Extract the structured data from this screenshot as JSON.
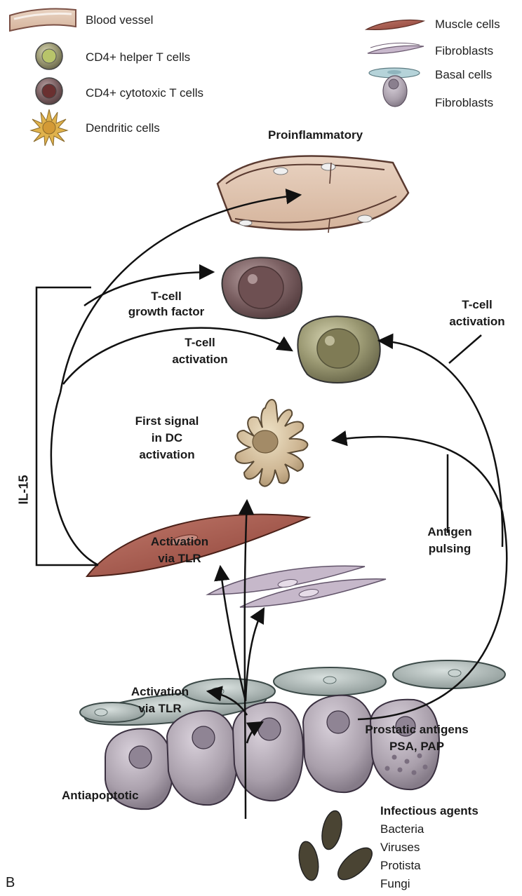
{
  "legend_left": [
    {
      "icon": "blood-vessel-icon",
      "label": "Blood vessel"
    },
    {
      "icon": "helper-t-cell-icon",
      "label": "CD4+ helper T cells"
    },
    {
      "icon": "cytotoxic-t-cell-icon",
      "label": "CD4+ cytotoxic T cells"
    },
    {
      "icon": "dendritic-cell-icon",
      "label": "Dendritic cells"
    }
  ],
  "legend_right": [
    {
      "icon": "muscle-cell-icon",
      "label": "Muscle cells"
    },
    {
      "icon": "fibroblast-icon",
      "label": "Fibroblasts"
    },
    {
      "icon": "basal-cell-icon",
      "label": "Basal cells"
    },
    {
      "icon": "epithelial-cell-icon",
      "label": "Fibroblasts"
    }
  ],
  "labels": {
    "proinflammatory": "Proinflammatory",
    "tcell_growth_1": "T-cell",
    "tcell_growth_2": "growth factor",
    "tcell_activation_center_1": "T-cell",
    "tcell_activation_center_2": "activation",
    "tcell_activation_right_1": "T-cell",
    "tcell_activation_right_2": "activation",
    "first_signal_1": "First signal",
    "first_signal_2": "in DC",
    "first_signal_3": "activation",
    "il15": "IL-15",
    "activation_tlr_muscle_1": "Activation",
    "activation_tlr_muscle_2": "via TLR",
    "antigen_pulsing_1": "Antigen",
    "antigen_pulsing_2": "pulsing",
    "activation_tlr_basal_1": "Activation",
    "activation_tlr_basal_2": "via TLR",
    "prostatic_antigens_1": "Prostatic antigens",
    "prostatic_antigens_2": "PSA, PAP",
    "antiapoptotic": "Antiapoptotic",
    "infectious_title": "Infectious agents",
    "infectious_items": [
      "Bacteria",
      "Viruses",
      "Protista",
      "Fungi"
    ],
    "panel": "B"
  },
  "colors": {
    "vessel": "#e8cdb8",
    "helper_t": "#8c8a63",
    "cytotoxic_t": "#6b5254",
    "dendritic": "#c9b28e",
    "muscle": "#a9554a",
    "fibroblast": "#b7a7bc",
    "basal": "#a9b6b4",
    "epithelial": "#a49aa6",
    "microbe": "#4a4433"
  }
}
